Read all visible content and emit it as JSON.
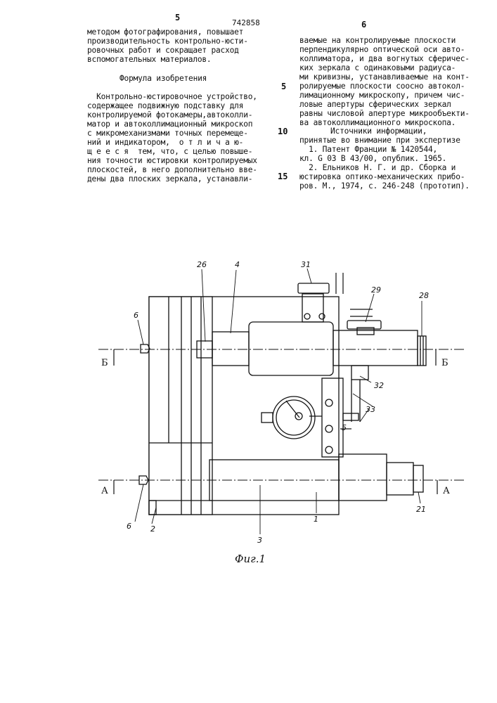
{
  "header": {
    "page_left": "5",
    "patent_number": "742858",
    "page_right": "6"
  },
  "left_column": {
    "intro_lines": [
      "методом фотографирования, повышает",
      "производительность контрольно-юсти-",
      "ровочных работ и сокращает расход",
      "вспомогательных материалов."
    ],
    "section_title": "Формула изобретения",
    "claim_lines": [
      "  Контрольно-юстировочное устройство,",
      "содержащее подвижную подставку для",
      "контролируемой фотокамеры,автоколли-",
      "матор и автоколлимационный микроскоп",
      "с микромеханизмами точных перемеще-",
      "ний и индикатором,  о т л и ч а ю-",
      "щ е е с я  тем, что, с целью повыше-",
      "ния точности юстировки контролируемых",
      "плоскостей, в него дополнительно вве-",
      "дены два плоских зеркала, устанавли-"
    ]
  },
  "right_column": {
    "claim_lines": [
      "ваемые на контролируемые плоскости",
      "перпендикулярно оптической оси авто-",
      "коллиматора, и два вогнутых сферичес-",
      "ких зеркала с одинаковыми радиуса-",
      "ми кривизны, устанавливаемые на конт-",
      "ролируемые плоскости соосно автокол-",
      "лимационному микроскопу, причем чис-",
      "ловые апертуры сферических зеркал",
      "равны числовой апертуре микрообъекти-",
      "ва автоколлимационного микроскопа."
    ],
    "sources_title": "Источники информации,",
    "sources_subtitle": "принятые во внимание при экспертизе",
    "sources_lines": [
      "  1. Патент Франции № 1420544,",
      "кл. G 03 B 43/00, опублик. 1965.",
      "  2. Ельников Н. Г. и др. Сборка и",
      "юстировка оптико-механических прибо-",
      "ров. М., 1974, с. 246-248 (прототип)."
    ]
  },
  "line_numbers": [
    "5",
    "10",
    "15"
  ],
  "figure": {
    "caption": "Фиг.1",
    "section_marks": {
      "b": "Б",
      "a": "А"
    },
    "labels": {
      "n26": "26",
      "n4": "4",
      "n31": "31",
      "n29": "29",
      "n28": "28",
      "n6a": "6",
      "n6b": "6",
      "n32": "32",
      "n33": "33",
      "n5": "5",
      "n21": "21",
      "n3": "3",
      "n1": "1",
      "n2": "2"
    }
  }
}
